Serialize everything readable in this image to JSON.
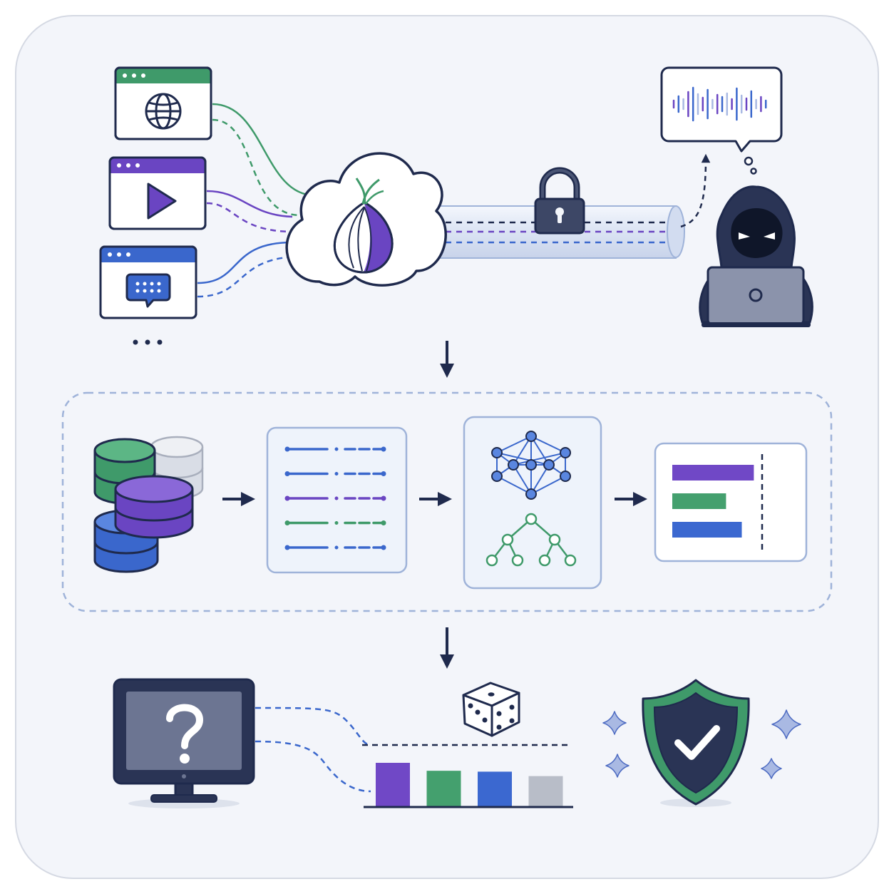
{
  "colors": {
    "canvas_bg": "#f3f5fa",
    "canvas_border": "#d5d9e3",
    "navy": "#1f2a4d",
    "green": "#3f9a6a",
    "purple": "#6a45c2",
    "blue": "#3a67cc",
    "gray": "#b4bac6",
    "panel_border": "#9fb3d9",
    "panel_fill": "#eef3fb",
    "chart_purple": "#7048c6",
    "chart_green": "#44a06e",
    "chart_blue": "#3b68d0",
    "chart_gray": "#b8bdc8"
  },
  "icons": {
    "traffic_sources": [
      "globe-icon",
      "play-icon",
      "chat-icon"
    ],
    "more_sources": "ellipsis-icon",
    "anonymity_network": "tor-onion-icon",
    "encryption": "padlock-icon",
    "observer": "hooded-attacker-icon",
    "captured_signal": "signal-waveform-icon",
    "dataset": "database-stack-icon",
    "features": "feature-list-icon",
    "models": [
      "neural-network-icon",
      "decision-tree-icon"
    ],
    "results": "bar-chart-icon",
    "unknown_traffic": "question-monitor-icon",
    "randomness": "dice-icon",
    "protection": "shield-check-icon",
    "sparkles": "sparkle-icon"
  },
  "results_bars": [
    0.88,
    0.58,
    0.75
  ],
  "prediction_bars": [
    1.0,
    0.82,
    0.8,
    0.7
  ]
}
